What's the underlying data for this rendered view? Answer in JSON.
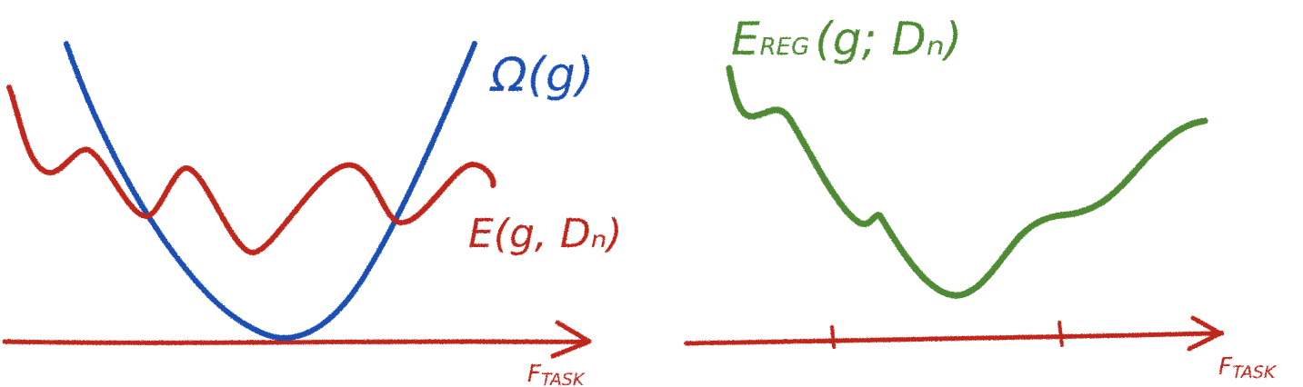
{
  "colors": {
    "red": "#c0281c",
    "blue": "#1f4fb3",
    "green": "#4f8a35",
    "background": "#ffffff"
  },
  "left_panel": {
    "omega_label": "Ω(g)",
    "error_label": "E(g, Dₙ)",
    "axis_label_main": "F",
    "axis_label_sub": "TASK"
  },
  "right_panel": {
    "ereg_label_main": "E",
    "ereg_label_sub": "REG",
    "ereg_label_args": "(g; Dₙ)",
    "axis_label_main": "F",
    "axis_label_sub": "TASK"
  }
}
